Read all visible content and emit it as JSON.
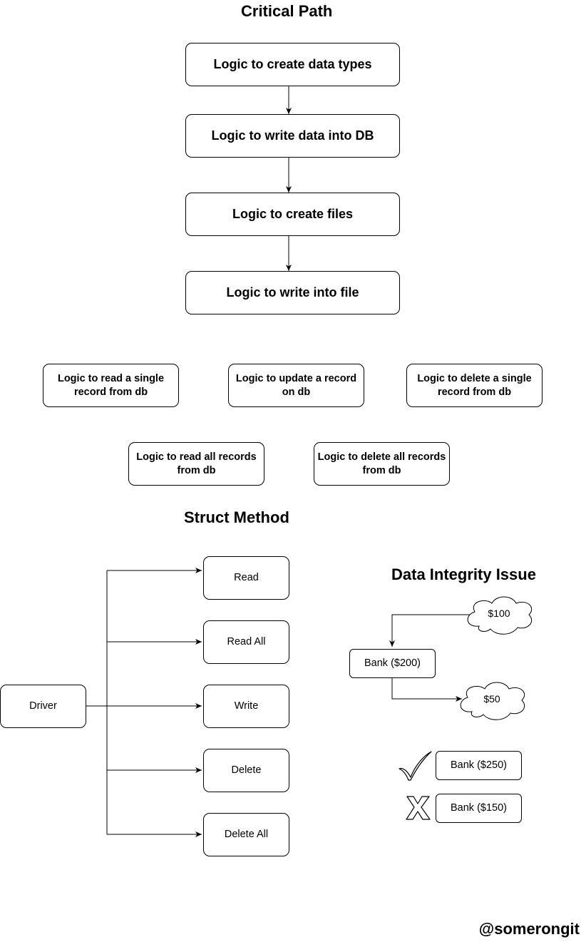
{
  "critical_path": {
    "title": "Critical Path",
    "steps": [
      "Logic to create data types",
      "Logic to write data into DB",
      "Logic to create files",
      "Logic to write into file"
    ]
  },
  "crud_boxes": [
    "Logic to read a single record from db",
    "Logic to update a record on db",
    "Logic to delete a single record from db",
    "Logic to read all records from db",
    "Logic to delete all records from db"
  ],
  "struct_method": {
    "title": "Struct Method",
    "driver": "Driver",
    "methods": [
      "Read",
      "Read All",
      "Write",
      "Delete",
      "Delete All"
    ]
  },
  "data_integrity": {
    "title": "Data Integrity Issue",
    "deposit": "$100",
    "bank": "Bank ($200)",
    "withdraw": "$50",
    "correct": "Bank ($250)",
    "wrong": "Bank ($150)",
    "correct_icon": "check-icon",
    "wrong_icon": "x-mark-icon"
  },
  "watermark": "@somerongit"
}
